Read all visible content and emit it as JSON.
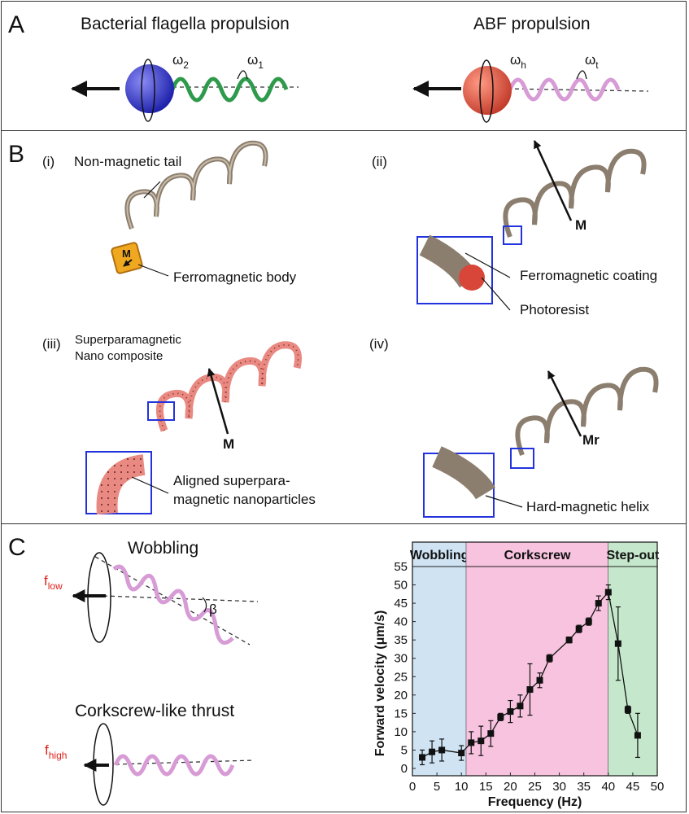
{
  "panelA": {
    "letter": "A",
    "left_title": "Bacterial flagella propulsion",
    "right_title": "ABF propulsion",
    "omega2": "ω",
    "omega2_sub": "2",
    "omega1": "ω",
    "omega1_sub": "1",
    "omegah": "ω",
    "omegah_sub": "h",
    "omegat": "ω",
    "omegat_sub": "t"
  },
  "panelB": {
    "letter": "B",
    "i": {
      "label": "(i)",
      "tail": "Non-magnetic tail",
      "body": "Ferromagnetic body",
      "m": "M"
    },
    "ii": {
      "label": "(ii)",
      "m": "M",
      "coating": "Ferromagnetic coating",
      "photoresist": "Photoresist"
    },
    "iii": {
      "label": "(iii)",
      "title_line1": "Superparamagnetic",
      "title_line2": "Nano composite",
      "m": "M",
      "aligned_line1": "Aligned superpara-",
      "aligned_line2": "magnetic nanoparticles"
    },
    "iv": {
      "label": "(iv)",
      "m": "Mr",
      "helix": "Hard-magnetic helix"
    }
  },
  "panelC": {
    "letter": "C",
    "wobbling": "Wobbling",
    "f_low": "f",
    "f_low_sub": "low",
    "beta": "β",
    "corkscrew_title": "Corkscrew-like thrust",
    "f_high": "f",
    "f_high_sub": "high"
  },
  "chart_data": {
    "type": "scatter",
    "xlabel": "Frequency (Hz)",
    "ylabel": "Forward velocity (μm/s)",
    "xlim": [
      0,
      50
    ],
    "ylim": [
      -2,
      55
    ],
    "xticks": [
      0,
      5,
      10,
      15,
      20,
      25,
      30,
      35,
      40,
      45,
      50
    ],
    "yticks": [
      0,
      5,
      10,
      15,
      20,
      25,
      30,
      35,
      40,
      45,
      50,
      55
    ],
    "regions": [
      {
        "label": "Wobbling",
        "from": 0,
        "to": 11,
        "color": "#cfe3f3"
      },
      {
        "label": "Corkscrew",
        "from": 11,
        "to": 40,
        "color": "#f7c3df"
      },
      {
        "label": "Step-out",
        "from": 40,
        "to": 50,
        "color": "#c5e8cc"
      }
    ],
    "points": [
      {
        "x": 2,
        "y": 3,
        "err": 2
      },
      {
        "x": 4,
        "y": 4.5,
        "err": 3
      },
      {
        "x": 6,
        "y": 5,
        "err": 3
      },
      {
        "x": 10,
        "y": 4.2,
        "err": 2
      },
      {
        "x": 12,
        "y": 7,
        "err": 3
      },
      {
        "x": 14,
        "y": 7.5,
        "err": 4
      },
      {
        "x": 16,
        "y": 9.5,
        "err": 3.5
      },
      {
        "x": 18,
        "y": 14,
        "err": 1
      },
      {
        "x": 20,
        "y": 15.5,
        "err": 3
      },
      {
        "x": 22,
        "y": 17,
        "err": 3
      },
      {
        "x": 24,
        "y": 21.5,
        "err": 7
      },
      {
        "x": 26,
        "y": 24,
        "err": 2
      },
      {
        "x": 28,
        "y": 30,
        "err": 1
      },
      {
        "x": 32,
        "y": 35,
        "err": 0.8
      },
      {
        "x": 34,
        "y": 38,
        "err": 1
      },
      {
        "x": 36,
        "y": 40,
        "err": 1
      },
      {
        "x": 38,
        "y": 45,
        "err": 2
      },
      {
        "x": 40,
        "y": 48,
        "err": 2
      },
      {
        "x": 42,
        "y": 34,
        "err": 10
      },
      {
        "x": 44,
        "y": 16,
        "err": 1
      },
      {
        "x": 46,
        "y": 9,
        "err": 6
      }
    ]
  }
}
